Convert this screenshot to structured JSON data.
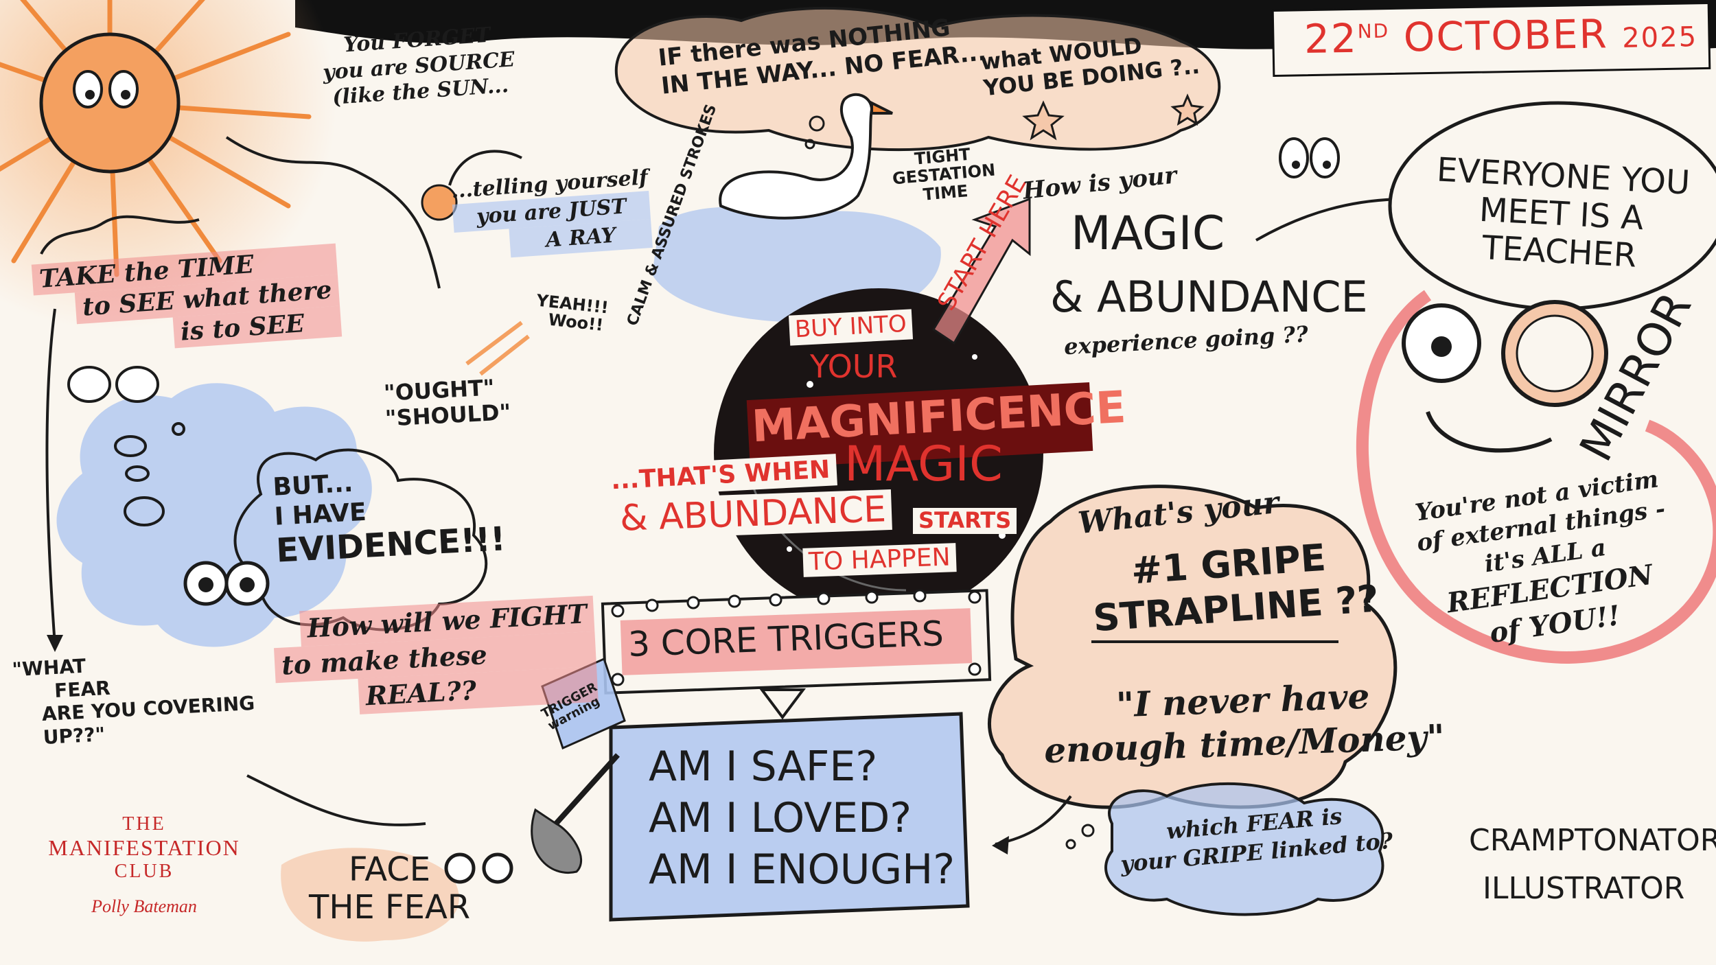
{
  "date": {
    "day": "22",
    "suffix": "ND",
    "month": "OCTOBER",
    "year": "2025"
  },
  "sun_caption": [
    "You FORGET",
    "you are SOURCE",
    "(like the SUN..."
  ],
  "ray_caption": [
    "...telling yourself",
    "you are JUST",
    "A RAY"
  ],
  "top_question": [
    "IF there was NOTHING",
    "IN THE WAY... NO FEAR...",
    "what WOULD",
    "YOU BE DOING ?.."
  ],
  "swan_note": [
    "TIGHT",
    "GESTATION",
    "TIME"
  ],
  "calm_note": "CALM & ASSURED STROKES",
  "take_time": [
    "TAKE the TIME",
    "to SEE what there",
    "is to SEE"
  ],
  "yeah": [
    "YEAH!!!",
    "Woo!!"
  ],
  "ought": [
    "\"OUGHT\"",
    "\"SHOULD\""
  ],
  "evidence": [
    "BUT...",
    "I HAVE",
    "EVIDENCE!!!"
  ],
  "fight": [
    "How will we FIGHT",
    "to make these",
    "REAL??"
  ],
  "what_fear": [
    "\"WHAT",
    "FEAR",
    "ARE YOU COVERING",
    "UP??\""
  ],
  "center": {
    "buy_into": "BUY INTO",
    "your": "YOUR",
    "magnificence": "MAGNIFICENCE",
    "thats_when": "...THAT'S WHEN",
    "magic": "MAGIC",
    "abundance": "& ABUNDANCE",
    "starts": "STARTS",
    "to_happen": "TO HAPPEN"
  },
  "start_here": "START HERE",
  "magic_abundance_q": {
    "how": "How is your",
    "magic": "MAGIC",
    "abundance": "& ABUNDANCE",
    "experience": "experience going ??"
  },
  "teacher": [
    "EVERYONE YOU",
    "MEET IS A",
    "TEACHER"
  ],
  "mirror": "MIRROR",
  "reflection": [
    "You're not a victim",
    "of external things -",
    "it's ALL a",
    "REFLECTION",
    "of YOU!!"
  ],
  "gripe": [
    "What's your",
    "#1 GRIPE",
    "STRAPLINE ??"
  ],
  "gripe_quote": [
    "\"I never have",
    "enough time/Money\""
  ],
  "which_fear": [
    "which FEAR is",
    "your GRIPE linked to?"
  ],
  "triggers_title": "3 CORE TRIGGERS",
  "trigger_flag": [
    "TRIGGER",
    "warning"
  ],
  "triggers": [
    "AM I SAFE?",
    "AM I LOVED?",
    "AM I ENOUGH?"
  ],
  "face_fear": [
    "FACE",
    "THE FEAR"
  ],
  "logo": {
    "line1": "THE",
    "line2": "MANIFESTATION",
    "line3": "CLUB",
    "signature": "Polly Bateman"
  },
  "credit": [
    "CRAMPTONATOR",
    "ILLUSTRATOR"
  ],
  "colors": {
    "ink": "#1b1b1b",
    "red": "#e0332e",
    "peach": "#f5c8aa",
    "pink": "#f08c8c",
    "blue": "#aac3f0",
    "sun": "#f4a060",
    "paper": "#faf6ef"
  }
}
